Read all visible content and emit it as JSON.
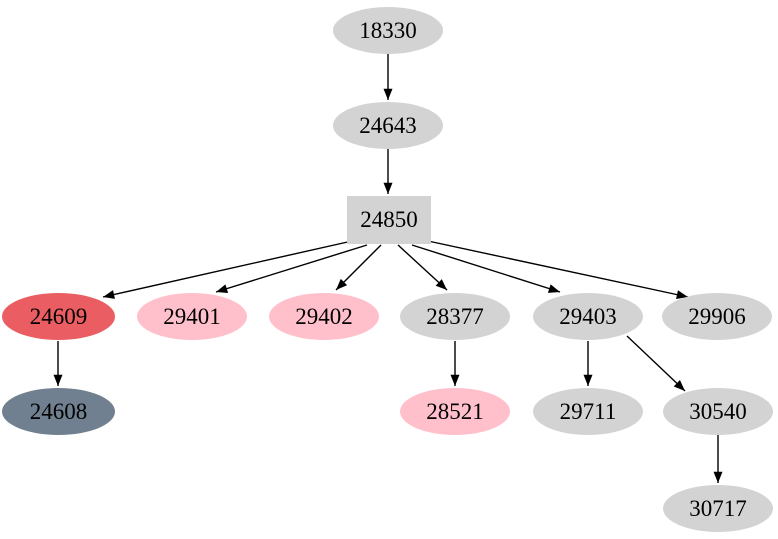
{
  "graph": {
    "title": "process-tree-diagram",
    "colors": {
      "node_default": "#d3d3d3",
      "node_red": "#ea5d62",
      "node_pink": "#ffc0cb",
      "node_slate": "#708090",
      "edge": "#000000",
      "text": "#000000",
      "background": "#ffffff"
    },
    "nodes": [
      {
        "id": "18330",
        "label": "18330",
        "shape": "ellipse",
        "color": "default"
      },
      {
        "id": "24643",
        "label": "24643",
        "shape": "ellipse",
        "color": "default"
      },
      {
        "id": "24850",
        "label": "24850",
        "shape": "rectangle",
        "color": "default"
      },
      {
        "id": "24609",
        "label": "24609",
        "shape": "ellipse",
        "color": "red"
      },
      {
        "id": "29401",
        "label": "29401",
        "shape": "ellipse",
        "color": "pink"
      },
      {
        "id": "29402",
        "label": "29402",
        "shape": "ellipse",
        "color": "pink"
      },
      {
        "id": "28377",
        "label": "28377",
        "shape": "ellipse",
        "color": "default"
      },
      {
        "id": "29403",
        "label": "29403",
        "shape": "ellipse",
        "color": "default"
      },
      {
        "id": "29906",
        "label": "29906",
        "shape": "ellipse",
        "color": "default"
      },
      {
        "id": "24608",
        "label": "24608",
        "shape": "ellipse",
        "color": "slate"
      },
      {
        "id": "28521",
        "label": "28521",
        "shape": "ellipse",
        "color": "pink"
      },
      {
        "id": "29711",
        "label": "29711",
        "shape": "ellipse",
        "color": "default"
      },
      {
        "id": "30540",
        "label": "30540",
        "shape": "ellipse",
        "color": "default"
      },
      {
        "id": "30717",
        "label": "30717",
        "shape": "ellipse",
        "color": "default"
      }
    ],
    "edges": [
      {
        "from": "18330",
        "to": "24643"
      },
      {
        "from": "24643",
        "to": "24850"
      },
      {
        "from": "24850",
        "to": "24609"
      },
      {
        "from": "24850",
        "to": "29401"
      },
      {
        "from": "24850",
        "to": "29402"
      },
      {
        "from": "24850",
        "to": "28377"
      },
      {
        "from": "24850",
        "to": "29403"
      },
      {
        "from": "24850",
        "to": "29906"
      },
      {
        "from": "24609",
        "to": "24608"
      },
      {
        "from": "28377",
        "to": "28521"
      },
      {
        "from": "29403",
        "to": "29711"
      },
      {
        "from": "29403",
        "to": "30540"
      },
      {
        "from": "30540",
        "to": "30717"
      }
    ]
  }
}
